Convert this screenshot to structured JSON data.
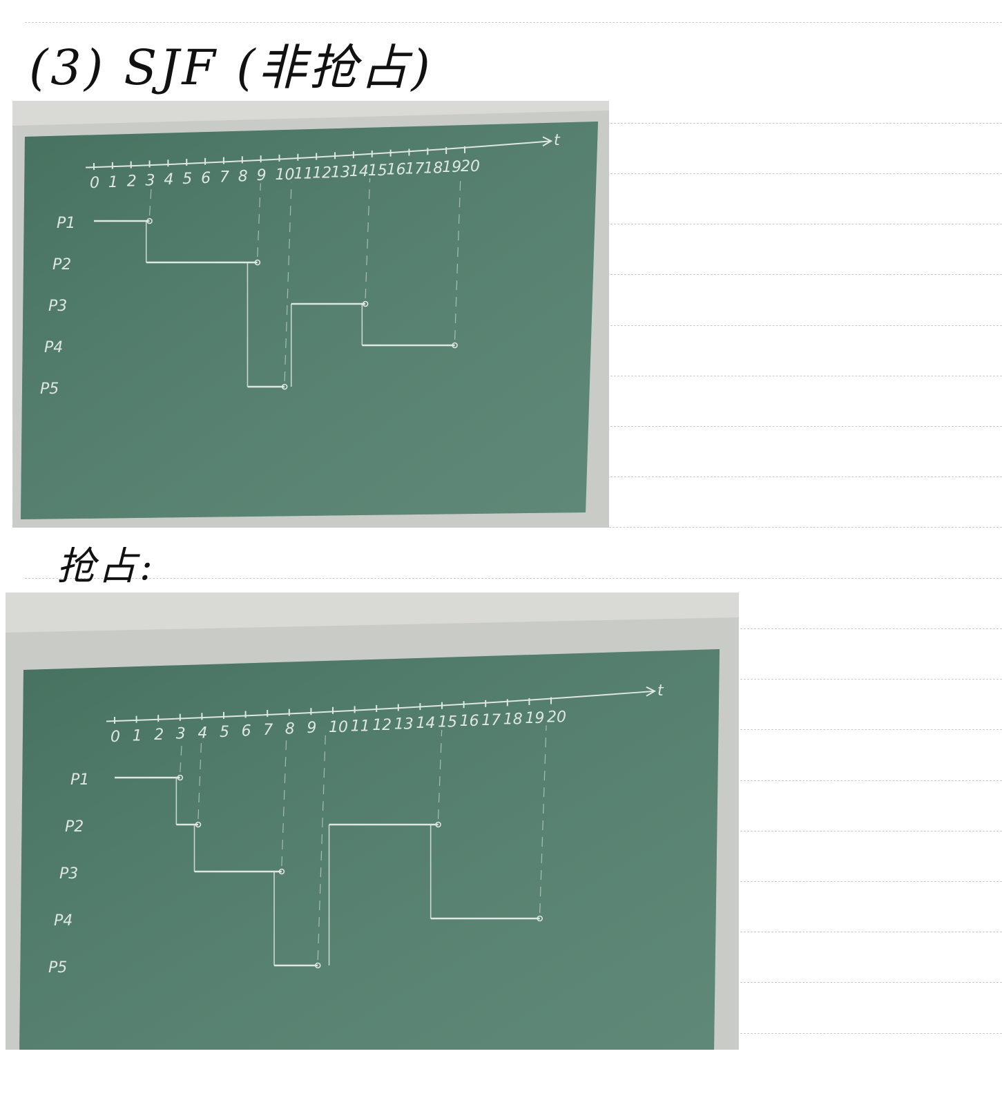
{
  "heading": "(3) SJF (非抢占)",
  "subheading": "抢占:",
  "photos": [
    {
      "axis_label": "t",
      "ticks": [
        "0",
        "1",
        "2",
        "3",
        "4",
        "5",
        "6",
        "7",
        "8",
        "9",
        "10",
        "11",
        "12",
        "13",
        "14",
        "15",
        "16",
        "17",
        "18",
        "19",
        "20"
      ],
      "rows": [
        "P1",
        "P2",
        "P3",
        "P4",
        "P5"
      ],
      "segments": [
        {
          "row": "P1",
          "start": 0,
          "end": 3
        },
        {
          "row": "P2",
          "start": 3,
          "end": 9
        },
        {
          "row": "P5",
          "start": 9,
          "end": 11
        },
        {
          "row": "P3",
          "start": 11,
          "end": 15
        },
        {
          "row": "P4",
          "start": 15,
          "end": 20
        }
      ]
    },
    {
      "axis_label": "t",
      "ticks": [
        "0",
        "1",
        "2",
        "3",
        "4",
        "5",
        "6",
        "7",
        "8",
        "9",
        "10",
        "11",
        "12",
        "13",
        "14",
        "15",
        "16",
        "17",
        "18",
        "19",
        "20"
      ],
      "rows": [
        "P1",
        "P2",
        "P3",
        "P4",
        "P5"
      ],
      "segments": [
        {
          "row": "P1",
          "start": 0,
          "end": 3
        },
        {
          "row": "P2",
          "start": 3,
          "end": 4
        },
        {
          "row": "P3",
          "start": 4,
          "end": 8
        },
        {
          "row": "P5",
          "start": 8,
          "end": 10
        },
        {
          "row": "P2",
          "start": 10,
          "end": 15
        },
        {
          "row": "P4",
          "start": 15,
          "end": 20
        }
      ]
    }
  ]
}
